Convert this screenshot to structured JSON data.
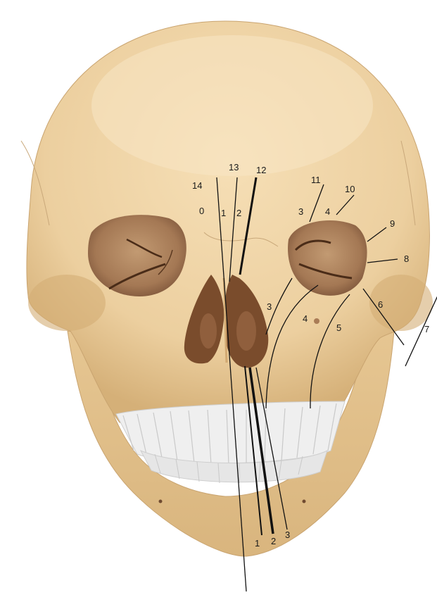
{
  "labels": {
    "l0": "0",
    "l1_top": "1",
    "l2_top": "2",
    "l3_left": "3",
    "l4_right": "4",
    "l3_mid": "3",
    "l4_mid": "4",
    "l5": "5",
    "l6": "6",
    "l7": "7",
    "l8": "8",
    "l9": "9",
    "l10": "10",
    "l11": "11",
    "l12": "12",
    "l13": "13",
    "l14": "14",
    "l1_bottom": "1",
    "l2_bottom": "2",
    "l3_bottom": "3"
  },
  "colors": {
    "bone": "#eccf9f",
    "bone_shadow": "#d7b47c",
    "orbit": "#a47854",
    "cavity": "#7a4c2c",
    "teeth": "#f7f7f7",
    "line": "#111111"
  }
}
